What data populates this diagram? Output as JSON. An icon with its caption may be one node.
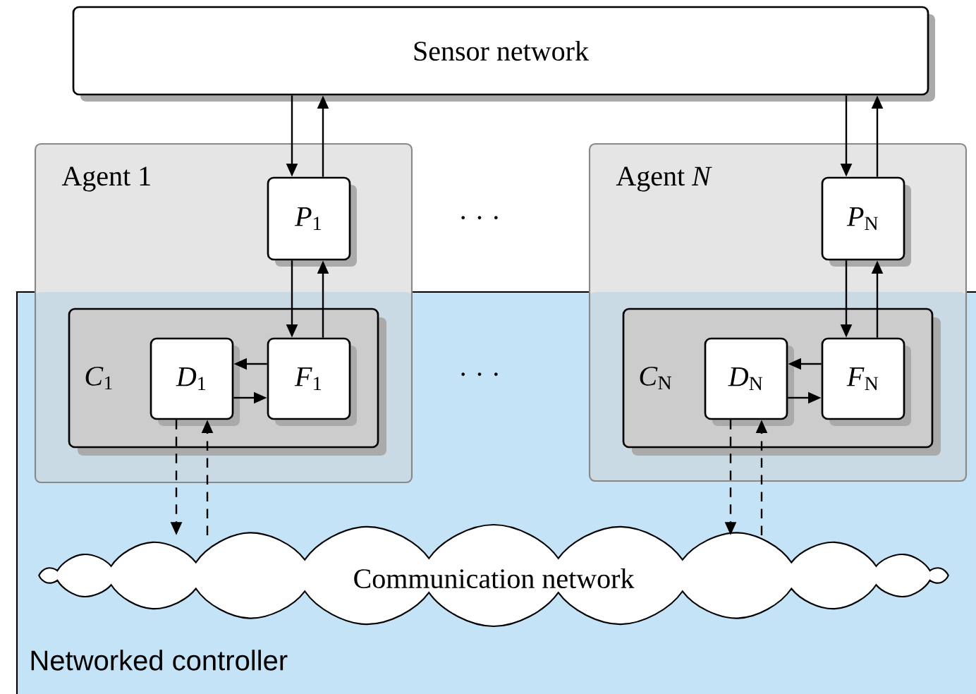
{
  "diagram": {
    "nodes": [
      {
        "text": [
          "Sensor network"
        ]
      },
      {
        "text": [
          "Networked controller"
        ]
      },
      {
        "text": [
          "Agent 1"
        ]
      },
      {
        "text": [
          "*P*$_{1}$"
        ],
        "in": 2
      },
      {
        "text": [
          "*C*$_{1}$"
        ]
      },
      {
        "text": [
          "*D*$_{1}$"
        ],
        "in": 4
      },
      {
        "text": [
          "*F*$_{1}$"
        ],
        "in": 4
      },
      {
        "text": [
          "Agent *N*"
        ]
      },
      {
        "text": [
          "*P*$_{N}$"
        ],
        "in": 7
      },
      {
        "text": [
          "*C*$_{N}$"
        ]
      },
      {
        "text": [
          "*D*$_{N}$"
        ],
        "in": 9
      },
      {
        "text": [
          "*F*$_{N}$"
        ],
        "in": 9
      },
      {
        "text": [
          "Communication network"
        ],
        "in": 1
      }
    ],
    "edges": [
      {
        "from": 0,
        "to": 3,
        "arrow": "to"
      },
      {
        "from": 3,
        "to": 0,
        "arrow": "to"
      },
      {
        "from": 3,
        "to": 6,
        "arrow": "to"
      },
      {
        "from": 6,
        "to": 3,
        "arrow": "to"
      },
      {
        "from": 6,
        "to": 5,
        "arrow": "to"
      },
      {
        "from": 5,
        "to": 6,
        "arrow": "to"
      },
      {
        "from": 5,
        "to": 12,
        "arrow": "to",
        "style": "dashed"
      },
      {
        "from": 12,
        "to": 5,
        "arrow": "to",
        "style": "dashed"
      },
      {
        "from": 0,
        "to": 8,
        "arrow": "to"
      },
      {
        "from": 8,
        "to": 0,
        "arrow": "to"
      },
      {
        "from": 8,
        "to": 11,
        "arrow": "to"
      },
      {
        "from": 11,
        "to": 8,
        "arrow": "to"
      },
      {
        "from": 11,
        "to": 10,
        "arrow": "to"
      },
      {
        "from": 10,
        "to": 11,
        "arrow": "to"
      },
      {
        "from": 10,
        "to": 12,
        "arrow": "to",
        "style": "dashed"
      },
      {
        "from": 12,
        "to": 10,
        "arrow": "to",
        "style": "dashed"
      }
    ],
    "labels": [
      "· · ·",
      "· · ·"
    ]
  }
}
